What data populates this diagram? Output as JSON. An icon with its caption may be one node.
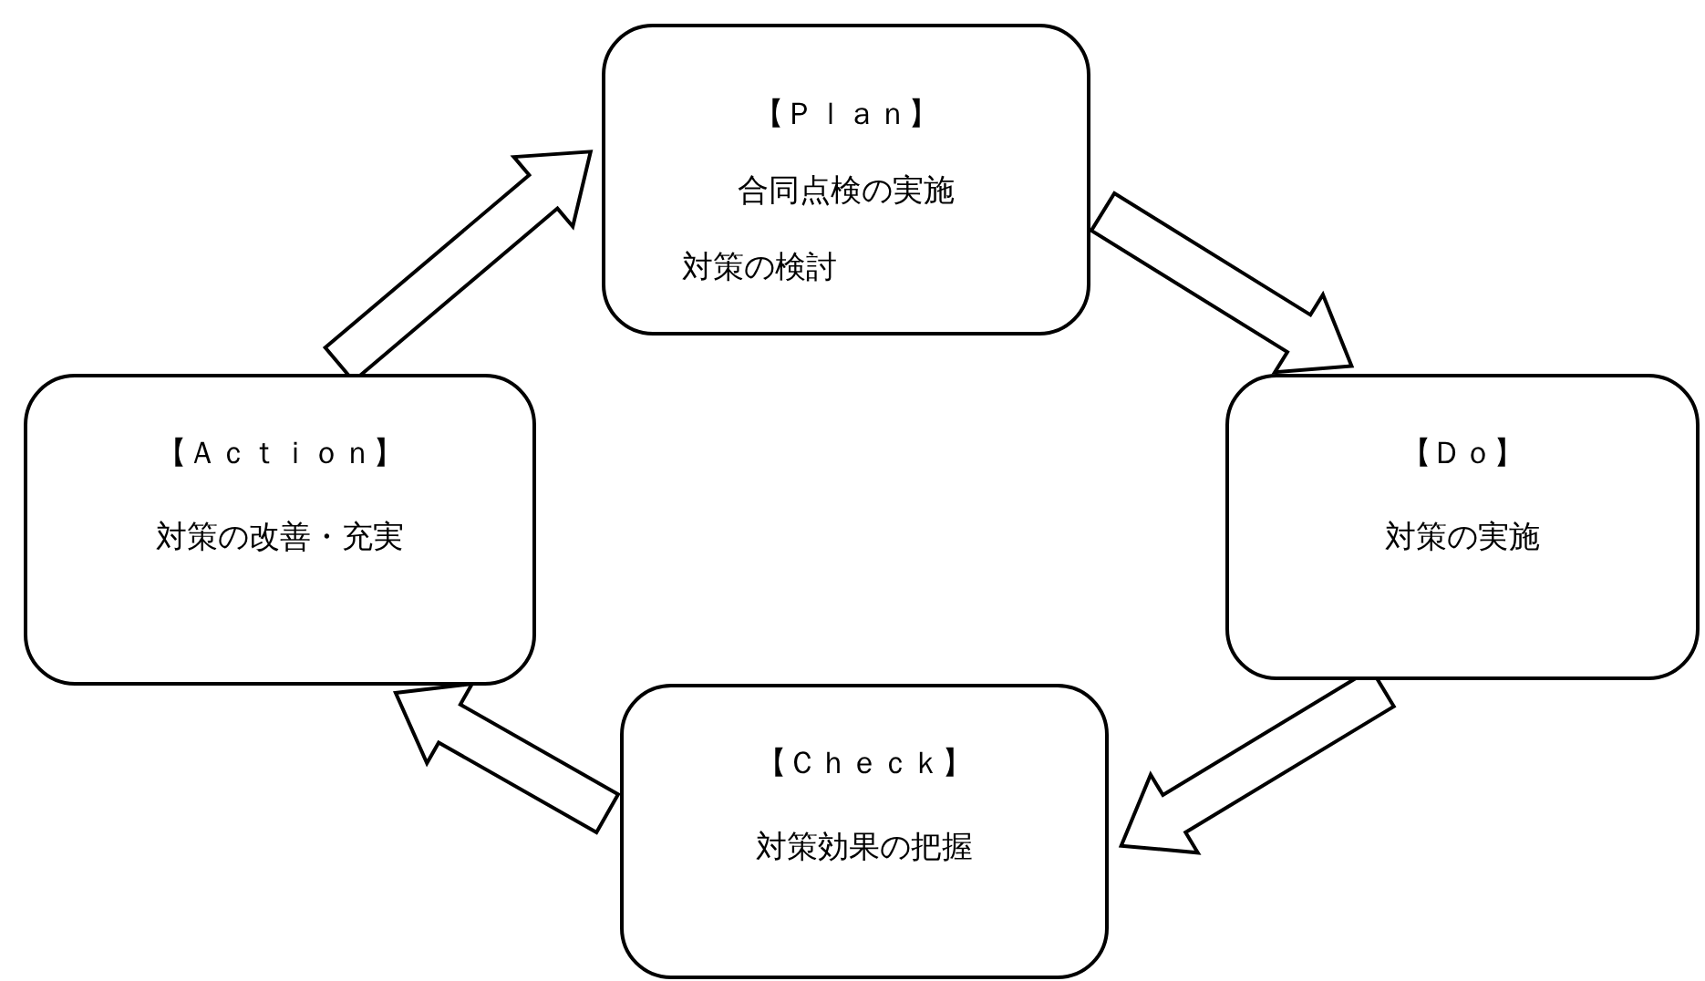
{
  "diagram": {
    "nodes": [
      {
        "text": [
          "【Ｐｌａｎ】",
          "合同点検の実施",
          "対策の検討"
        ]
      },
      {
        "text": [
          "【Ｄｏ】",
          "対策の実施"
        ]
      },
      {
        "text": [
          "【Ｃｈｅｃｋ】",
          "対策効果の把握"
        ]
      },
      {
        "text": [
          "【Ａｃｔｉｏｎ】",
          "対策の改善・充実"
        ]
      }
    ],
    "edges": [
      {
        "from": 0,
        "to": 1,
        "arrow": "to"
      },
      {
        "from": 1,
        "to": 2,
        "arrow": "to"
      },
      {
        "from": 2,
        "to": 3,
        "arrow": "to"
      },
      {
        "from": 3,
        "to": 0,
        "arrow": "to"
      }
    ]
  }
}
